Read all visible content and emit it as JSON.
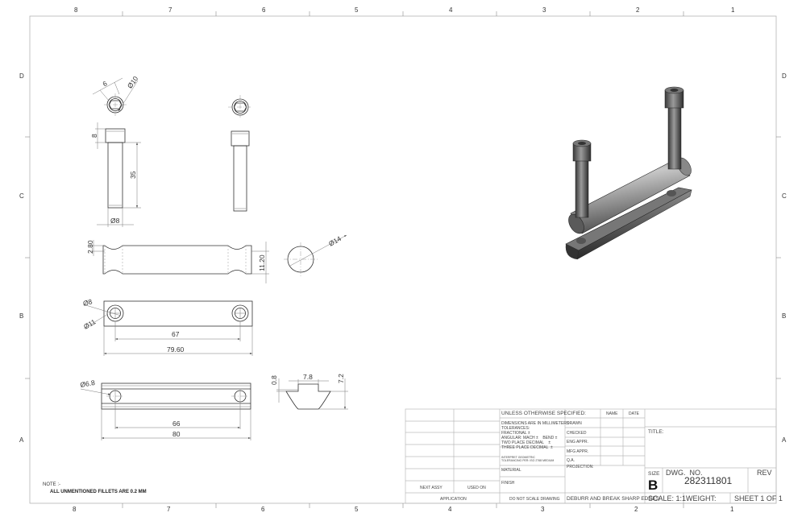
{
  "frame": {
    "columns": [
      "8",
      "7",
      "6",
      "5",
      "4",
      "3",
      "2",
      "1"
    ],
    "rows": [
      "D",
      "C",
      "B",
      "A"
    ]
  },
  "dimensions": {
    "bolt_hex": "6",
    "bolt_head_dia": "Ø10",
    "bolt_head_height": "8",
    "bolt_length": "35",
    "bolt_dia": "Ø8",
    "rod_notch": "2.80",
    "rod_notch_height": "11.20",
    "rod_dia": "Ø14",
    "plate_hole_small": "Ø8",
    "plate_hole_large": "Ø11",
    "plate_hole_spacing": "67",
    "plate_length": "79.60",
    "tnut_hole": "Ø6.8",
    "tnut_hole_spacing": "66",
    "tnut_length": "80",
    "tnut_lip": "0.8",
    "tnut_width": "7.8",
    "tnut_height": "7.2"
  },
  "note": {
    "heading": "NOTE :-",
    "text": "ALL UNMENTIONED FILLETS ARE 0.2 MM"
  },
  "title_block": {
    "unless": "UNLESS OTHERWISE SPECIFIED:",
    "dims_mm": "DIMENSIONS ARE IN MILLIMETERS",
    "tolerances": "TOLERANCES:",
    "fractional": "FRACTIONAL ±",
    "angular": "ANGULAR: MACH ±    BEND ±",
    "two_place": "TWO PLACE DECIMAL    ±",
    "three_place": "THREE PLACE DECIMAL  ±",
    "interpret1": "INTERPRET GEOMETRIC",
    "interpret2": "TOLERANCING PER: ISO 2768 MEDIUM",
    "material": "MATERIAL",
    "finish": "FINISH",
    "next_assy": "NEXT ASSY",
    "used_on": "USED ON",
    "application": "APPLICATION",
    "do_not_scale": "DO NOT SCALE DRAWING",
    "name": "NAME",
    "date": "DATE",
    "drawn": "DRAWN",
    "checked": "CHECKED",
    "eng_appr": "ENG APPR.",
    "mfg_appr": "MFG APPR.",
    "qa": "Q.A.",
    "projection": "PROJECTION:",
    "deburr": "DEBURR AND BREAK SHARP EDGES",
    "title": "TITLE:",
    "size_label": "SIZE",
    "size": "B",
    "dwg_no_label": "DWG.  NO.",
    "dwg_no": "282311801",
    "rev": "REV",
    "scale": "SCALE: 1:1",
    "weight": "WEIGHT:",
    "sheet": "SHEET 1 OF 1"
  }
}
